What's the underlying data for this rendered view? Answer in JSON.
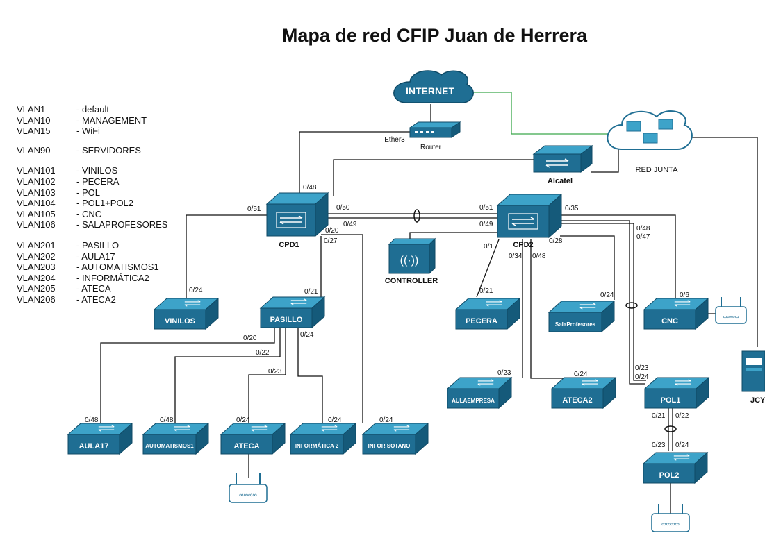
{
  "title": "Mapa de red CFIP Juan de Herrera",
  "colors": {
    "device": "#1f6e93",
    "device_light": "#3da3c9",
    "device_top": "#2b8ab3",
    "link": "#111111",
    "internet_link": "#3aa84a"
  },
  "vlans": [
    {
      "id": "VLAN1",
      "name": "- default"
    },
    {
      "id": "VLAN10",
      "name": "- MANAGEMENT"
    },
    {
      "id": "VLAN15",
      "name": "- WiFi"
    },
    {
      "id": "VLAN90",
      "name": "- SERVIDORES"
    },
    {
      "id": "VLAN101",
      "name": "- VINILOS"
    },
    {
      "id": "VLAN102",
      "name": "- PECERA"
    },
    {
      "id": "VLAN103",
      "name": "- POL"
    },
    {
      "id": "VLAN104",
      "name": "- POL1+POL2"
    },
    {
      "id": "VLAN105",
      "name": "- CNC"
    },
    {
      "id": "VLAN106",
      "name": "- SALAPROFESORES"
    },
    {
      "id": "VLAN201",
      "name": "- PASILLO"
    },
    {
      "id": "VLAN202",
      "name": "- AULA17"
    },
    {
      "id": "VLAN203",
      "name": "- AUTOMATISMOS1"
    },
    {
      "id": "VLAN204",
      "name": "- INFORMÁTICA2"
    },
    {
      "id": "VLAN205",
      "name": "- ATECA"
    },
    {
      "id": "VLAN206",
      "name": "- ATECA2"
    }
  ],
  "devices": {
    "internet": "INTERNET",
    "router": "Router",
    "alcatel": "Alcatel",
    "red_junta": "RED JUNTA",
    "cpd1": "CPD1",
    "cpd2": "CPD2",
    "controller": "CONTROLLER",
    "vinilos": "VINILOS",
    "pasillo": "PASILLO",
    "pecera": "PECERA",
    "salaprofesores": "SalaProfesores",
    "cnc": "CNC",
    "aulaempresa": "AULAEMPRESA",
    "ateca2": "ATECA2",
    "pol1": "POL1",
    "pol2": "POL2",
    "aula17": "AULA17",
    "automatismos1": "AUTOMATISMOS1",
    "ateca": "ATECA",
    "informatica2": "INFORMÁTICA 2",
    "infor_sotano": "INFOR SOTANO",
    "jcyl": "JCYL"
  },
  "ports": {
    "ether3": "Ether3",
    "cpd1_048": "0/48",
    "cpd1_051": "0/51",
    "cpd1_050": "0/50",
    "cpd1_049": "0/49",
    "cpd1_020": "0/20",
    "cpd1_027": "0/27",
    "cpd2_051": "0/51",
    "cpd2_049": "0/49",
    "cpd2_035": "0/35",
    "cpd2_048": "0/48",
    "cpd2_047": "0/47",
    "cpd2_028": "0/28",
    "cpd2_01": "0/1",
    "cpd2_034": "0/34",
    "cpd2_048b": "0/48",
    "vinilos_024": "0/24",
    "pasillo_021": "0/21",
    "pasillo_020": "0/20",
    "pasillo_022": "0/22",
    "pasillo_023": "0/23",
    "pasillo_024": "0/24",
    "pecera_021": "0/21",
    "salaprof_024": "0/24",
    "cnc_06": "0/6",
    "aulaempresa_023": "0/23",
    "ateca2_024": "0/24",
    "pol1_023": "0/23",
    "pol1_024": "0/24",
    "pol1_021": "0/21",
    "pol1_022": "0/22",
    "pol2_023": "0/23",
    "pol2_024": "0/24",
    "aula17_048": "0/48",
    "automat_048": "0/48",
    "ateca_024": "0/24",
    "info2_024": "0/24",
    "sotano_024": "0/24"
  }
}
